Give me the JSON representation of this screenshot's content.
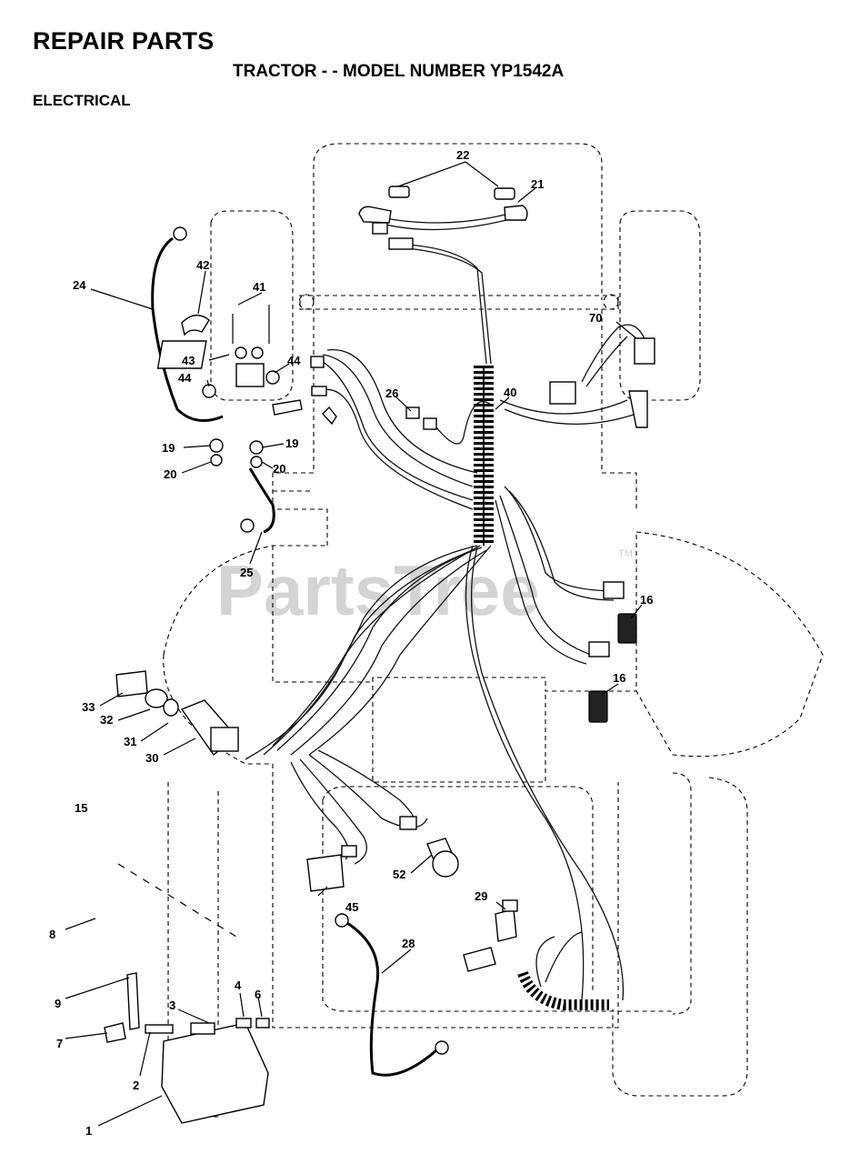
{
  "header": {
    "title": "REPAIR PARTS",
    "subtitle": "TRACTOR - - MODEL NUMBER YP1542A",
    "section": "ELECTRICAL"
  },
  "watermark": {
    "text": "PartsTree",
    "tm": "TM"
  },
  "callouts": [
    "1",
    "2",
    "3",
    "4",
    "6",
    "7",
    "8",
    "9",
    "15",
    "16",
    "16",
    "19",
    "19",
    "20",
    "20",
    "21",
    "22",
    "24",
    "25",
    "26",
    "28",
    "29",
    "30",
    "31",
    "32",
    "33",
    "40",
    "41",
    "42",
    "43",
    "44",
    "44",
    "45",
    "52",
    "70"
  ]
}
